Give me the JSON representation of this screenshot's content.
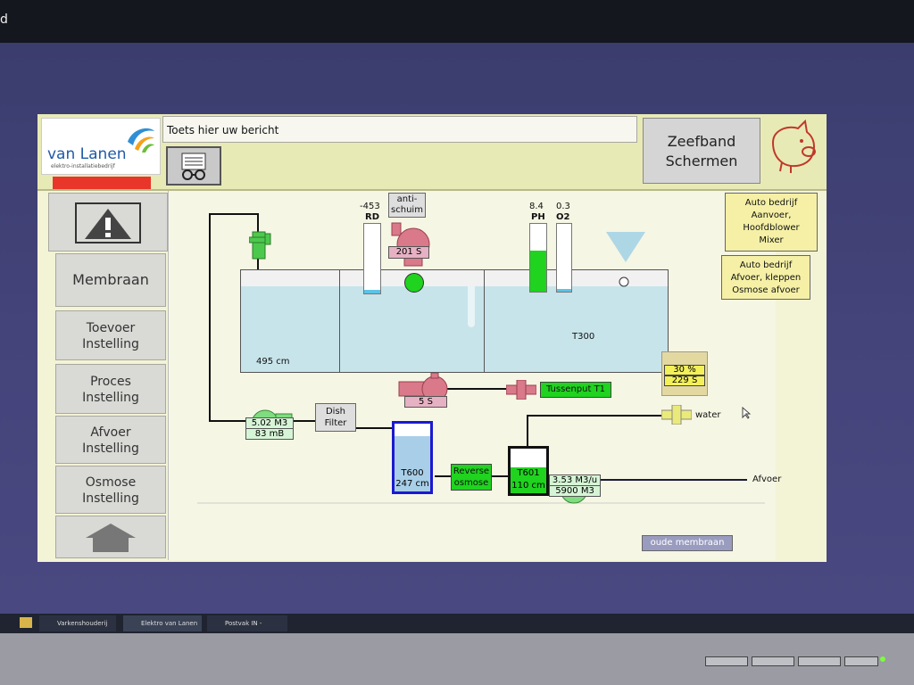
{
  "screen_fragment": "d",
  "header": {
    "logo_name": "van Lanen",
    "logo_sub": "elektro-installatiebedrijf",
    "message_placeholder": "Toets hier uw bericht",
    "zeefband_line1": "Zeefband",
    "zeefband_line2": "Schermen"
  },
  "sidebar": {
    "items": [
      {
        "label": "Membraan"
      },
      {
        "label1": "Toevoer",
        "label2": "Instelling"
      },
      {
        "label1": "Proces",
        "label2": "Instelling"
      },
      {
        "label1": "Afvoer",
        "label2": "Instelling"
      },
      {
        "label1": "Osmose",
        "label2": "Instelling"
      }
    ]
  },
  "auto": {
    "btn1_l1": "Auto bedrijf",
    "btn1_l2": "Aanvoer,",
    "btn1_l3": "Hoofdblower",
    "btn1_l4": "Mixer",
    "btn2_l1": "Auto bedrijf",
    "btn2_l2": "Afvoer, kleppen",
    "btn2_l3": "Osmose afvoer"
  },
  "process": {
    "rd_value": "-453",
    "rd_label": "RD",
    "anti_l1": "anti-",
    "anti_l2": "schuim",
    "pump_top_time": "201 S",
    "ph_value": "8.4",
    "ph_label": "PH",
    "o2_value": "0.3",
    "o2_label": "O2",
    "tank_level": "495 cm",
    "t300": "T300",
    "mixer_pct": "30 %",
    "mixer_time": "229 S",
    "pump_mid_time": "5 S",
    "tussenput": "Tussenput T1",
    "water": "water",
    "flow1": "5.02 M3",
    "pressure1": "83 mB",
    "dish_l1": "Dish",
    "dish_l2": "Filter",
    "t600": "T600",
    "t600_level": "247 cm",
    "ro_l1": "Reverse",
    "ro_l2": "osmose",
    "t601": "T601",
    "t601_level": "110 cm",
    "flow2": "3.53 M3/u",
    "total2": "5900 M3",
    "afvoer": "Afvoer",
    "oude_membraan": "oude membraan"
  },
  "taskbar": {
    "item1": "Varkenshouderij |...",
    "item2": "Elektro van Lanen -...",
    "item3": "Postvak IN - yvonn..."
  },
  "levels": {
    "ph_fill_fraction": 0.6,
    "t600_fill_fraction": 0.82,
    "t601_fill_fraction": 0.58
  },
  "colors": {
    "accent_green": "#1fd31f",
    "pump_pink": "#d9798a",
    "tank_blue": "#1a1ad0",
    "water": "#c7e4ea"
  }
}
